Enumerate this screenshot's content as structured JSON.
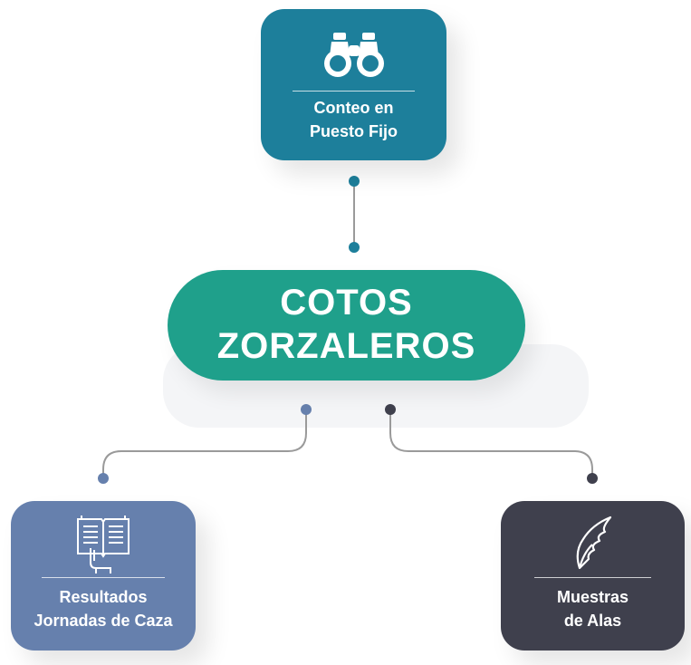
{
  "center": {
    "line1": "COTOS",
    "line2": "ZORZALEROS",
    "color": "#1fa08b"
  },
  "nodes": {
    "top": {
      "line1": "Conteo en",
      "line2": "Puesto Fijo",
      "icon": "binoculars-icon",
      "color": "#1d7f9b"
    },
    "left": {
      "line1": "Resultados",
      "line2": "Jornadas de Caza",
      "icon": "book-in-hand-icon",
      "color": "#6680ad"
    },
    "right": {
      "line1": "Muestras",
      "line2": "de Alas",
      "icon": "wing-icon",
      "color": "#3f404d"
    }
  },
  "connector_color": "#9a9a9a"
}
